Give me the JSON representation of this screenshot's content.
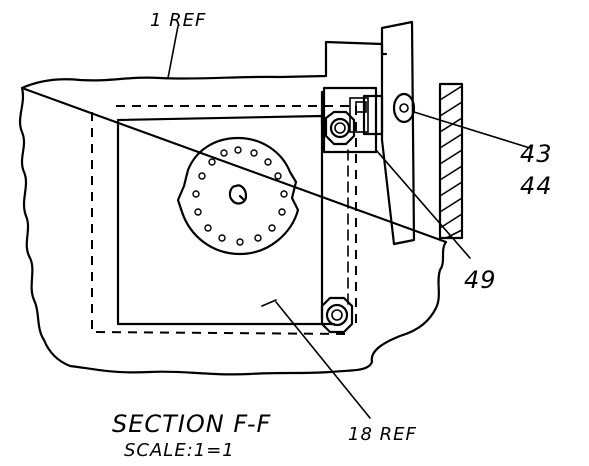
{
  "labels": {
    "ref_1": "1 REF",
    "ref_43": "43",
    "ref_44": "44",
    "ref_49": "49",
    "ref_18": "18 REF",
    "section_title": "SECTION F-F",
    "scale": "SCALE:1=1"
  }
}
